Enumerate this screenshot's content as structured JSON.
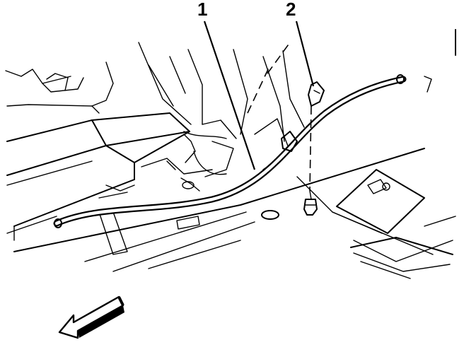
{
  "diagram": {
    "callouts": [
      {
        "id": "1",
        "label": "1"
      },
      {
        "id": "2",
        "label": "2"
      }
    ],
    "icons": {
      "direction_arrow": "front-arrow-icon",
      "bolt": "bolt-icon",
      "clip": "cable-clip-icon"
    }
  }
}
